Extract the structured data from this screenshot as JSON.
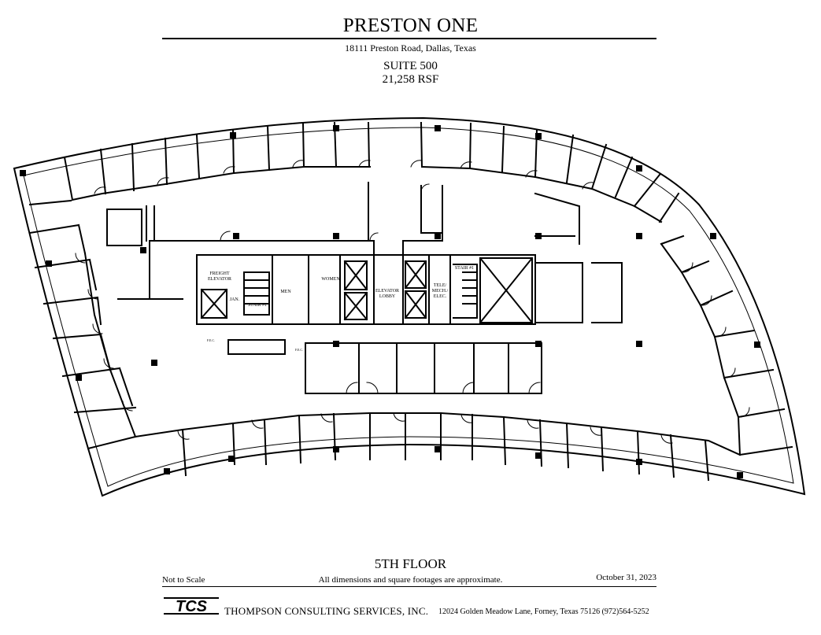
{
  "header": {
    "building_name": "PRESTON ONE",
    "address": "18111 Preston Road, Dallas, Texas",
    "suite": "SUITE 500",
    "area": "21,258 RSF"
  },
  "plan": {
    "labels": {
      "freight_elevator_1": "FREIGHT",
      "freight_elevator_2": "ELEVATOR",
      "janitor": "JAN.",
      "stair_1_left": "STAIR #1",
      "men": "MEN",
      "women": "WOMEN",
      "elevator_lobby_1": "ELEVATOR",
      "elevator_lobby_2": "LOBBY",
      "tele_1": "TELE/",
      "tele_2": "MECH./",
      "tele_3": "ELEC.",
      "stair_1_right": "STAIR #1",
      "fec_1": "F.E.C.",
      "fec_2": "F.E.C."
    }
  },
  "footer": {
    "floor": "5TH FLOOR",
    "scale_note": "Not to Scale",
    "disclaimer": "All dimensions and square footages are approximate.",
    "date": "October 31, 2023",
    "logo_text": "TCS",
    "company": "THOMPSON CONSULTING SERVICES, INC.",
    "company_address": "12024 Golden Meadow Lane, Forney, Texas  75126  (972)564-5252"
  }
}
